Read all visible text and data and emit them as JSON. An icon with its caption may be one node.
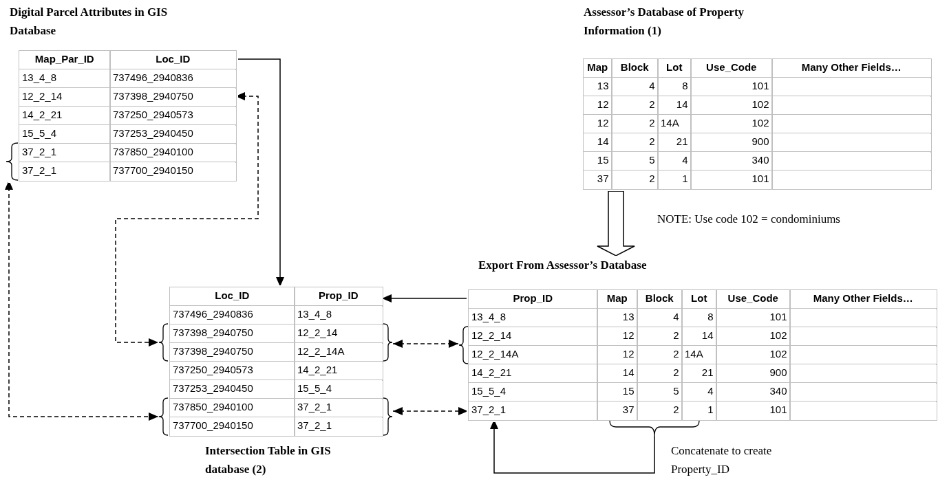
{
  "diagram": {
    "nodes": [
      {
        "text": [
          "Digital Parcel Attributes in GIS Database"
        ]
      },
      {
        "text": [
          "Map_Par_ID",
          "Loc_ID"
        ],
        "in": 0
      },
      {
        "text": [
          "13_4_8",
          "737496_2940836"
        ],
        "in": 0
      },
      {
        "text": [
          "12_2_14",
          "737398_2940750"
        ],
        "in": 0
      },
      {
        "text": [
          "14_2_21",
          "737250_2940573"
        ],
        "in": 0
      },
      {
        "text": [
          "15_5_4",
          "737253_2940450"
        ],
        "in": 0
      },
      {
        "text": [
          "37_2_1",
          "737850_2940100"
        ],
        "in": 0
      },
      {
        "text": [
          "37_2_1",
          "737700_2940150"
        ],
        "in": 0
      },
      {
        "text": [],
        "shape": "brace"
      },
      {
        "text": [
          "Assessor’s Database of Property Information (1)"
        ]
      },
      {
        "text": [
          "Map",
          "Block",
          "Lot",
          "Use_Code",
          "Many Other Fields…"
        ],
        "in": 9
      },
      {
        "text": [
          "13",
          "4",
          "8",
          "101"
        ],
        "in": 9
      },
      {
        "text": [
          "12",
          "2",
          "14",
          "102"
        ],
        "in": 9
      },
      {
        "text": [
          "12",
          "2",
          "14A",
          "102"
        ],
        "in": 9
      },
      {
        "text": [
          "14",
          "2",
          "21",
          "900"
        ],
        "in": 9
      },
      {
        "text": [
          "15",
          "5",
          "4",
          "340"
        ],
        "in": 9
      },
      {
        "text": [
          "37",
          "2",
          "1",
          "101"
        ],
        "in": 9
      },
      {
        "text": [
          "Intersection Table in GIS database (2)"
        ]
      },
      {
        "text": [
          "Loc_ID",
          "Prop_ID"
        ],
        "in": 17
      },
      {
        "text": [
          "737496_2940836",
          "13_4_8"
        ],
        "in": 17
      },
      {
        "text": [
          "737398_2940750",
          "12_2_14"
        ],
        "in": 17
      },
      {
        "text": [
          "737398_2940750",
          "12_2_14A"
        ],
        "in": 17
      },
      {
        "text": [
          "737250_2940573",
          "14_2_21"
        ],
        "in": 17
      },
      {
        "text": [
          "737253_2940450",
          "15_5_4"
        ],
        "in": 17
      },
      {
        "text": [
          "737850_2940100",
          "37_2_1"
        ],
        "in": 17
      },
      {
        "text": [
          "737700_2940150",
          "37_2_1"
        ],
        "in": 17
      },
      {
        "text": [],
        "shape": "brace"
      },
      {
        "text": [],
        "shape": "brace"
      },
      {
        "text": [],
        "shape": "brace"
      },
      {
        "text": [],
        "shape": "brace"
      },
      {
        "text": [
          "Export From Assessor’s Database"
        ]
      },
      {
        "text": [
          "Prop_ID",
          "Map",
          "Block",
          "Lot",
          "Use_Code",
          "Many Other Fields…"
        ],
        "in": 30
      },
      {
        "text": [
          "13_4_8",
          "13",
          "4",
          "8",
          "101"
        ],
        "in": 30
      },
      {
        "text": [
          "12_2_14",
          "12",
          "2",
          "14",
          "102"
        ],
        "in": 30
      },
      {
        "text": [
          "12_2_14A",
          "12",
          "2",
          "14A",
          "102"
        ],
        "in": 30
      },
      {
        "text": [
          "14_2_21",
          "14",
          "2",
          "21",
          "900"
        ],
        "in": 30
      },
      {
        "text": [
          "15_5_4",
          "15",
          "5",
          "4",
          "340"
        ],
        "in": 30
      },
      {
        "text": [
          "37_2_1",
          "37",
          "2",
          "1",
          "101"
        ],
        "in": 30
      },
      {
        "text": [],
        "shape": "brace"
      },
      {
        "text": [],
        "shape": "brace",
        "beside": [
          "Concatenate to create Property_ID"
        ]
      }
    ],
    "edges": [
      {
        "from": 1,
        "to": 18,
        "arrow": "to"
      },
      {
        "from": 3,
        "to": 26,
        "arrow": "both",
        "style": "dashed"
      },
      {
        "from": 8,
        "to": 28,
        "arrow": "both",
        "style": "dashed"
      },
      {
        "from": 27,
        "to": 38,
        "arrow": "both",
        "style": "dashed"
      },
      {
        "from": 29,
        "to": 37,
        "arrow": "both",
        "style": "dashed"
      },
      {
        "from": 31,
        "to": 18,
        "arrow": "to"
      },
      {
        "from": 9,
        "to": 30,
        "arrow": "to",
        "style": "thick"
      },
      {
        "from": 39,
        "to": 37,
        "arrow": "to"
      }
    ],
    "labels": [
      "NOTE: Use code 102 = condominiums"
    ]
  }
}
